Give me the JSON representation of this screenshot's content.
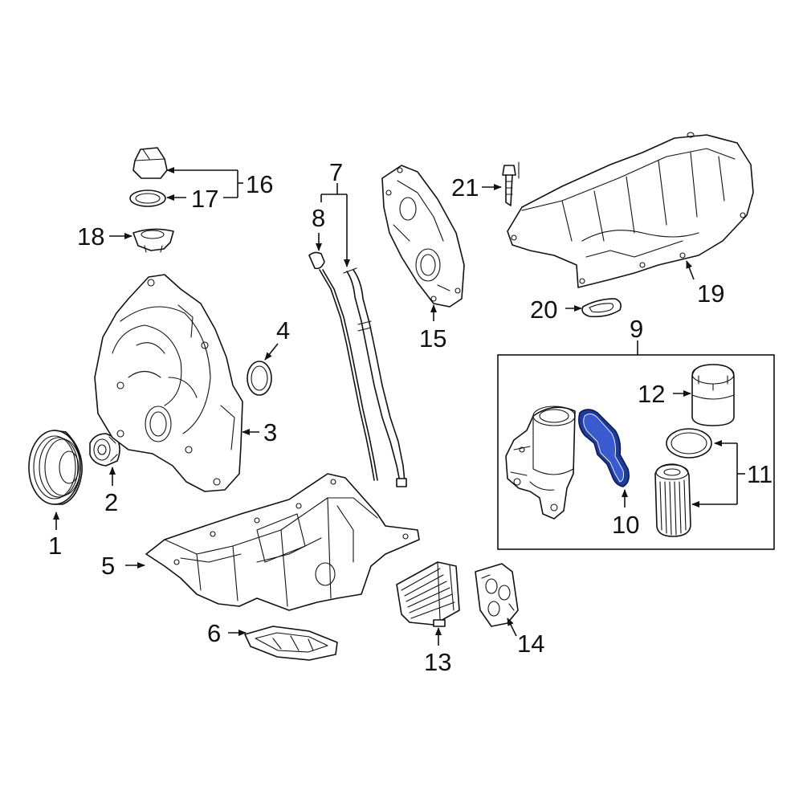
{
  "diagram": {
    "highlight_color": "#1e3a9a",
    "highlighted_part": "10",
    "callouts": {
      "c1": "1",
      "c2": "2",
      "c3": "3",
      "c4": "4",
      "c5": "5",
      "c6": "6",
      "c7": "7",
      "c8": "8",
      "c9": "9",
      "c10": "10",
      "c11": "11",
      "c12": "12",
      "c13": "13",
      "c14": "14",
      "c15": "15",
      "c16": "16",
      "c17": "17",
      "c18": "18",
      "c19": "19",
      "c20": "20",
      "c21": "21"
    }
  }
}
